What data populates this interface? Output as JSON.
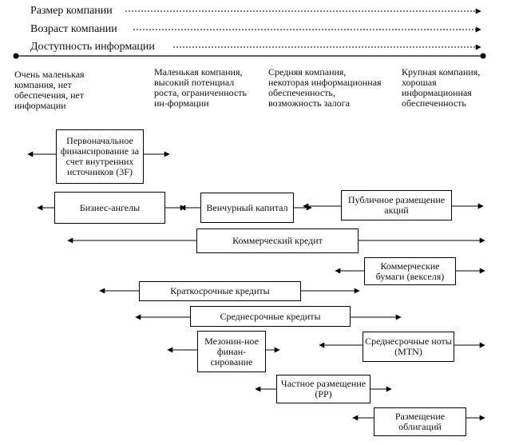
{
  "axes": [
    {
      "label": "Размер компании"
    },
    {
      "label": "Возраст компании"
    },
    {
      "label": "Доступность информации"
    }
  ],
  "stages": [
    "Очень маленькая компания, нет обеспечения, нет информации",
    "Маленькая компания, высокий потенциал роста, ограниченность ин-формации",
    "Средняя компания, некоторая информационная обеспеченность, возможность залога",
    "Крупная компания, хорошая информационная обеспеченность"
  ],
  "instruments": [
    {
      "label": "Первоначальное финансирование за счет внутренних источников (3F)"
    },
    {
      "label": "Бизнес-ангелы"
    },
    {
      "label": "Венчурный капитал"
    },
    {
      "label": "Публичное размещение акций"
    },
    {
      "label": "Коммерческий кредит"
    },
    {
      "label": "Коммерческие бумаги (векселя)"
    },
    {
      "label": "Краткосрочные кредиты"
    },
    {
      "label": "Среднесрочные кредиты"
    },
    {
      "label": "Мезонин-ное финан-сирование"
    },
    {
      "label": "Среднесрочные ноты (MTN)"
    },
    {
      "label": "Частное размещение (PP)"
    },
    {
      "label": "Размещение облигаций"
    }
  ]
}
